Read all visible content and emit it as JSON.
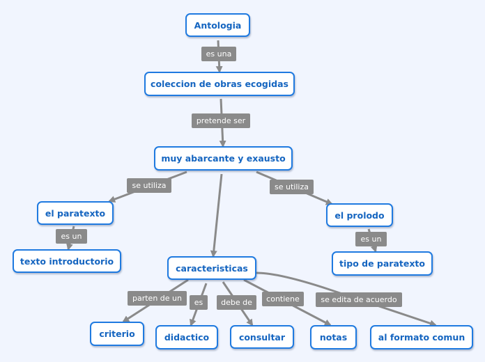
{
  "nodes": {
    "antologia": "Antologia",
    "coleccion": "coleccion de obras ecogidas",
    "abarcante": "muy abarcante y exausto",
    "paratexto": "el paratexto",
    "texto_introductorio": "texto introductorio",
    "prolodo": "el prolodo",
    "tipo_paratexto": "tipo de paratexto",
    "caracteristicas": "caracteristicas",
    "criterio": "criterio",
    "didactico": "didactico",
    "consultar": "consultar",
    "notas": "notas",
    "formato_comun": "al formato comun"
  },
  "links": {
    "es_una": "es una",
    "pretende_ser": "pretende ser",
    "se_utiliza_left": "se utiliza",
    "se_utiliza_right": "se utiliza",
    "es_un_left": "es un",
    "es_un_right": "es un",
    "parten_de_un": "parten de un",
    "es": "es",
    "debe_de": "debe de",
    "contiene": "contiene",
    "se_edita_de_acuerdo": "se edita de acuerdo"
  },
  "colors": {
    "node_border": "#1f7ae0",
    "node_text": "#1565c0",
    "link_label_bg": "#8a8a8a",
    "connector": "#8a8a8a",
    "background": "#f1f5fe"
  }
}
